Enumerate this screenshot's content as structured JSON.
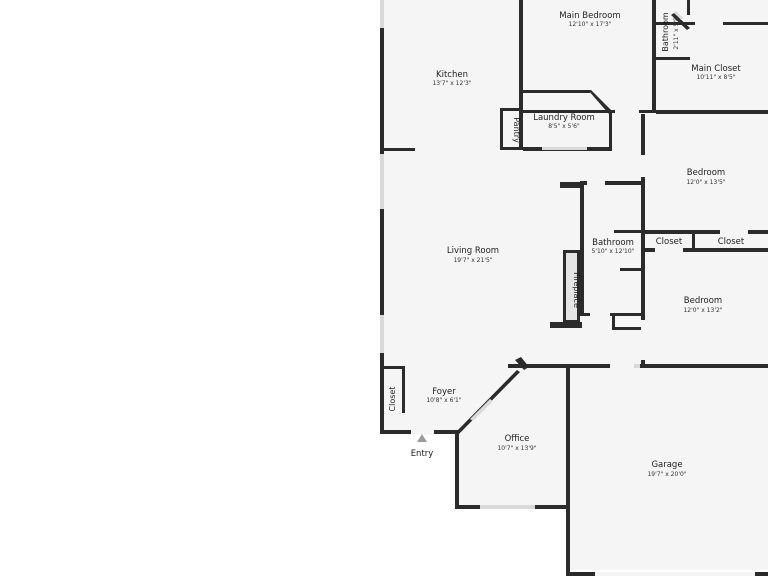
{
  "rooms": {
    "main_bedroom": {
      "name": "Main Bedroom",
      "dim": "12'10\" x 17'3\""
    },
    "bathroom_main": {
      "name": "Bathroom",
      "dim": "2'11\" x 5'8\""
    },
    "main_closet": {
      "name": "Main Closet",
      "dim": "10'11\" x 8'5\""
    },
    "kitchen": {
      "name": "Kitchen",
      "dim": "13'7\" x 12'3\""
    },
    "laundry": {
      "name": "Laundry Room",
      "dim": "8'5\" x 5'6\""
    },
    "pantry": {
      "name": "Pantry"
    },
    "bedroom_1": {
      "name": "Bedroom",
      "dim": "12'0\" x 13'5\""
    },
    "living_room": {
      "name": "Living Room",
      "dim": "19'7\" x 21'5\""
    },
    "bathroom_hall": {
      "name": "Bathroom",
      "dim": "5'10\" x 12'10\""
    },
    "closet_left": {
      "name": "Closet"
    },
    "closet_right": {
      "name": "Closet"
    },
    "fireplace": {
      "name": "Fireplace"
    },
    "bedroom_2": {
      "name": "Bedroom",
      "dim": "12'0\" x 13'2\""
    },
    "foyer": {
      "name": "Foyer",
      "dim": "10'8\" x 6'1\""
    },
    "closet_foyer": {
      "name": "Closet"
    },
    "office": {
      "name": "Office",
      "dim": "10'7\" x 13'9\""
    },
    "garage": {
      "name": "Garage",
      "dim": "19'7\" x 20'0\""
    }
  },
  "entry": {
    "label": "Entry"
  },
  "colors": {
    "wall": "#2b2b2b",
    "floor": "#f5f5f5",
    "window": "#d9d9d9",
    "background": "#ffffff"
  }
}
